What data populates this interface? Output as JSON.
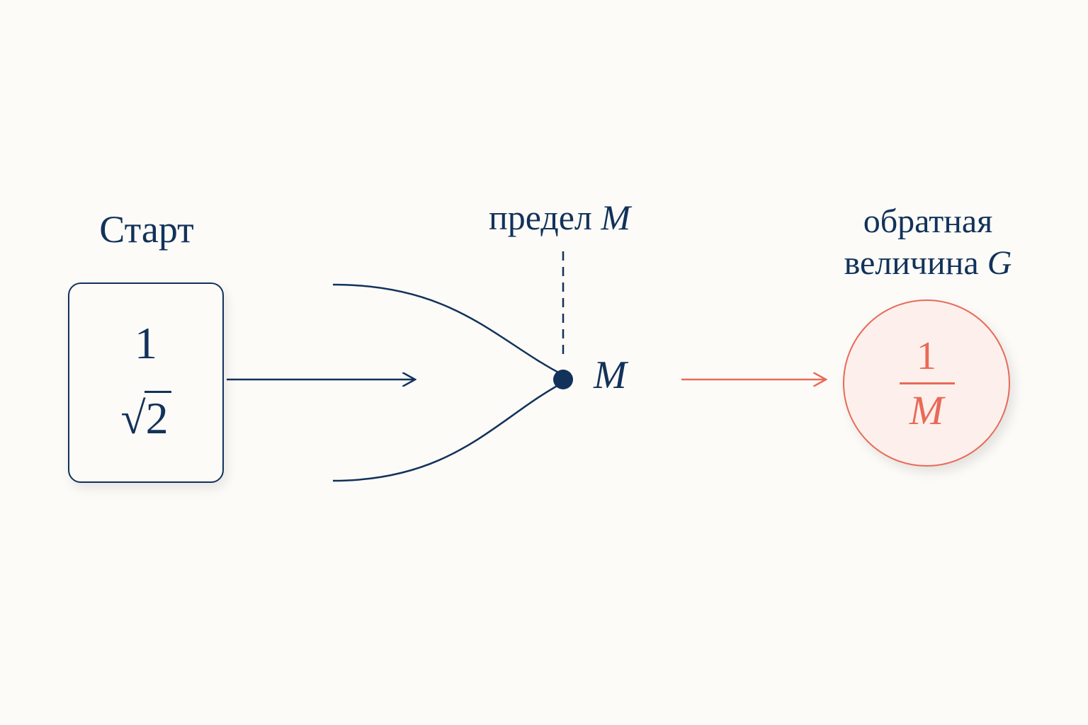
{
  "start": {
    "title": "Старт",
    "numerator": "1",
    "radical_sign": "√",
    "radicand": "2"
  },
  "limit": {
    "title_word": "предел",
    "title_symbol": "M",
    "point_label": "M"
  },
  "inverse": {
    "title_line1": "обратная",
    "title_line2_word": "величина",
    "title_line2_symbol": "G",
    "fraction_numerator": "1",
    "fraction_denominator": "M"
  },
  "colors": {
    "primary": "#12325a",
    "accent": "#e86a58",
    "background": "#fcfbf8",
    "circle_fill": "#fdf0ec"
  }
}
